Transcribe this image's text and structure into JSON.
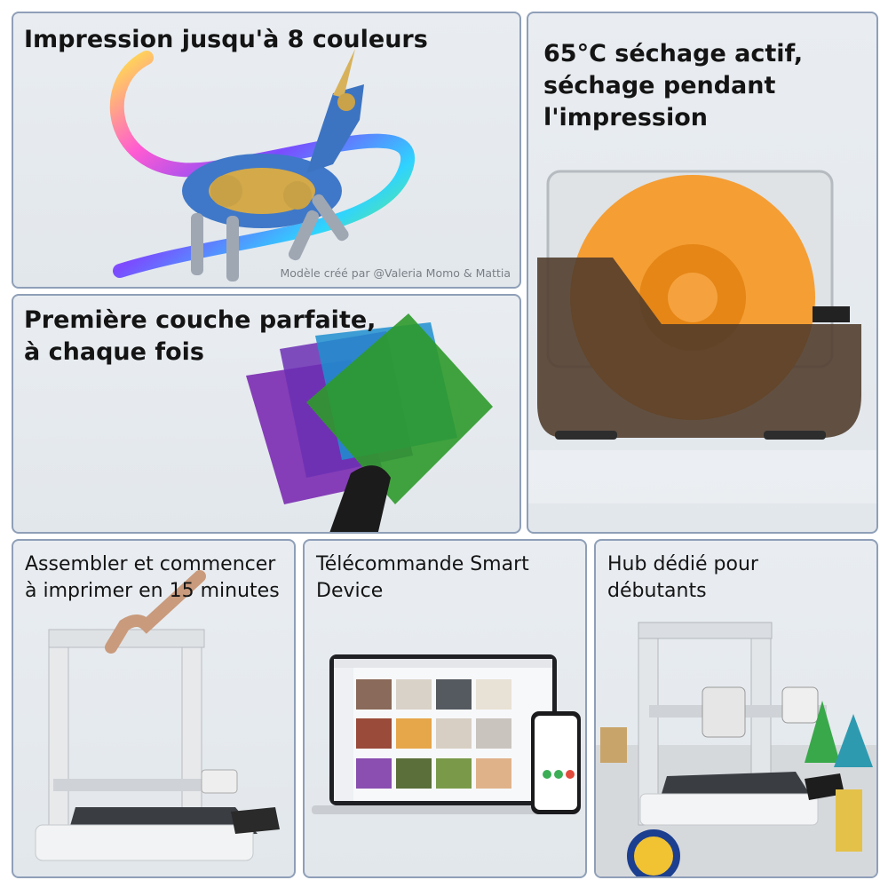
{
  "panels": {
    "multicolor": {
      "title": "Impression jusqu'à 8 couleurs",
      "credit": "Modèle créé par @Valeria Momo & Mattia"
    },
    "drying": {
      "title_line1": "65°C séchage actif,",
      "title_line2": "séchage pendant",
      "title_line3": "l'impression"
    },
    "first_layer": {
      "title_line1": "Première couche parfaite,",
      "title_line2": "à chaque fois"
    },
    "assembly": {
      "title_line1": "Assembler et commencer",
      "title_line2": "à imprimer en 15 minutes"
    },
    "remote": {
      "title_line1": "Télécommande Smart",
      "title_line2": "Device"
    },
    "beginners": {
      "title_line1": "Hub dédié pour",
      "title_line2": "débutants"
    }
  },
  "colors": {
    "panel_border": "#8f9fb8",
    "panel_bg": "#e6ebef",
    "title_text": "#141414",
    "filament_orange": "#f59a2a"
  }
}
